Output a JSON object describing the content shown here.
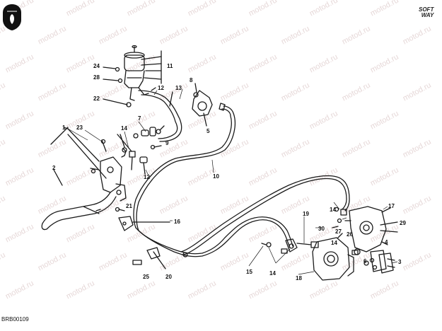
{
  "watermark_text": "motod.ru",
  "drawing_code": "BRB00109",
  "logo_text": "DUCATI",
  "brand_top": "SOFT",
  "brand_bottom": "WAY",
  "callouts": [
    "1",
    "2",
    "3",
    "4",
    "5",
    "6",
    "7",
    "8",
    "9",
    "10",
    "11",
    "12",
    "13",
    "14",
    "15",
    "16",
    "17",
    "18",
    "19",
    "20",
    "21",
    "22",
    "23",
    "24",
    "25",
    "26",
    "27",
    "28",
    "29",
    "30",
    "14",
    "12",
    "14",
    "14"
  ],
  "colors": {
    "line": "#1a1a1a",
    "watermark": "#e6d8d8",
    "background": "#ffffff"
  }
}
